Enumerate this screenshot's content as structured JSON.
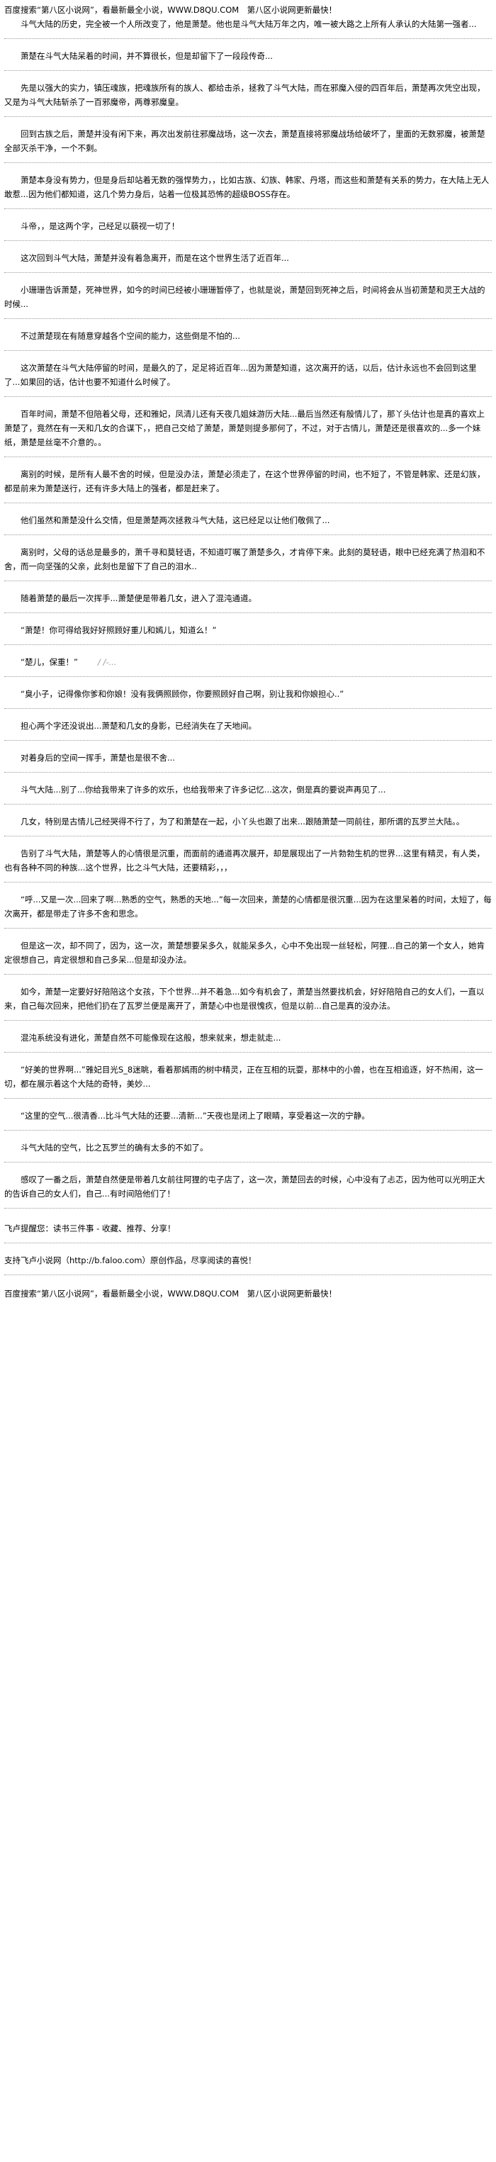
{
  "header": {
    "banner_text": "百度搜索“第八区小说网”，看最新最全小说，WWW.D8QU.COM　第八区小说网更新最快！"
  },
  "content": {
    "paragraphs": [
      "斗气大陆的历史，完全被一个人所改变了，他是萧楚。他也是斗气大陆万年之内，唯一被大路之上所有人承认的大陆第一强者...",
      "萧楚在斗气大陆呆着的时间，并不算很长，但是却留下了一段段传奇...",
      "先是以强大的实力，镇压魂族，把魂族所有的族人、都给击杀，拯救了斗气大陆，而在邪魔入侵的四百年后，萧楚再次凭空出现，又是为斗气大陆斩杀了一百邪魔帝，两尊邪魔皇。",
      "回到古族之后，萧楚并没有闲下来，再次出发前往邪魔战场，这一次去，萧楚直接将邪魔战场给破坏了，里面的无数邪魔，被萧楚全部灭杀干净，一个不剩。",
      "萧楚本身没有势力，但是身后却站着无数的强悍势力，，比如古族、幻族、韩家、丹塔，而这些和萧楚有关系的势力，在大陆上无人敢惹...因为他们都知道，这几个势力身后，站着一位极其恐怖的超级BOSS存在。",
      "斗帝，，是这两个字，己经足以藐视一切了！",
      "这次回到斗气大陆，萧楚并没有着急离开，而是在这个世界生活了近百年...",
      "小珊珊告诉萧楚，死神世界，如今的时间已经被小珊珊暂停了，也就是说，萧楚回到死神之后，时间将会从当初萧楚和灵王大战的时候...",
      "不过萧楚现在有随意穿越各个空间的能力，这些倒是不怕的...",
      "这次萧楚在斗气大陆停留的时间，是最久的了，足足将近百年...因为萧楚知道，这次离开的话，以后，估计永远也不会回到这里了...如果回的话，估计也要不知道什么时候了。",
      "百年时间，萧楚不但陪着父母，还和雅妃，凤清儿还有天夜几姐妹游历大陆...最后当然还有殷情儿了，那丫头估计也是真的喜欢上萧楚了，竟然在有一天和几女的合谋下，，把自己交给了萧楚，萧楚则提多那何了，不过，对于古情儿，萧楚还是很喜欢的...多一个妹纸，萧楚是丝毫不介意的。。",
      "离别的时候，是所有人最不舍的时候，但是没办法，萧楚必须走了，在这个世界停留的时间，也不短了，不管是韩家、还是幻族，都是前来为萧楚送行，还有许多大陆上的强者，都是赶来了。",
      "他们虽然和萧楚没什么交情，但是萧楚两次拯救斗气大陆，这已经足以让他们敬佩了...",
      "离别时，父母的话总是最多的，萧千寻和莫轻语，不知道叮嘱了萧楚多久，才肯停下来。此刻的莫轻语，眼中已经充满了热泪和不舍，而一向坚强的父亲，此刻也是留下了自己的泪水..",
      "随着萧楚的最后一次挥手...萧楚便是带着几女，进入了混沌通道。",
      "“萧楚！你可得给我好好照顾好重儿和嫣儿，知道么！”",
      "“楚儿，保重！”",
      "“臭小子，记得像你爹和你娘！没有我俩照顾你，你要照顾好自己啊，别让我和你娘担心..”",
      "担心两个字还没说出...萧楚和几女的身影，已经消失在了天地间。",
      "对着身后的空间一挥手，萧楚也是很不舍...",
      "斗气大陆...别了...你给我带来了许多的欢乐，也给我带来了许多记忆...这次，倒是真的要说声再见了...",
      "几女，特别是古情儿己经哭得不行了，为了和萧楚在一起，小丫头也跟了出来...跟随萧楚一同前往，那所谓的瓦罗兰大陆。。",
      "告别了斗气大陆，萧楚等人的心情很是沉重，而面前的通道再次展开，却是展现出了一片勃勃生机的世界...这里有精灵，有人类，也有各种不同的种族...这个世界，比之斗气大陆，还要精彩，，，",
      "“呼...又是一次...回来了啊...熟悉的空气，熟悉的天地...”每一次回来，萧楚的心情都是很沉重...因为在这里呆着的时间，太短了，每次离开，都是带走了许多不舍和思念。",
      "但是这一次，却不同了，因为，这一次，萧楚想要呆多久，就能呆多久，心中不免出现一丝轻松，阿狸...自己的第一个女人，她肯定很想自己，肯定很想和自己多呆...但是却没办法。",
      "如今，萧楚一定要好好陪陪这个女孩，下个世界...并不着急...如今有机会了，萧楚当然要找机会，好好陪陪自己的女人们，一直以来，自己每次回来，把他们扔在了瓦罗兰便是离开了，萧楚心中也是很愧疚，但是以前...自己是真的没办法。",
      "混沌系统没有进化，萧楚自然不可能像现在这般，想来就来，想走就走...",
      "“好美的世界啊...”雅妃目光S_8迷眺，看着那嫣雨的树中精灵，正在互相的玩耍，那林中的小兽，也在互相追逐，好不热闹，这一切，都在展示着这个大陆的奇特，美妙...",
      "“这里的空气...很清香...比斗气大陆的还要...清新...”天夜也是闭上了眼睛，享受着这一次的宁静。",
      "斗气大陆的空气，比之瓦罗兰的确有太多的不如了。",
      "感叹了一番之后，萧楚自然便是带着几女前往阿狸的屯子店了，这一次，萧楚回去的时候，心中没有了忐忑，因为他可以光明正大的告诉自己的女人们，自己...有时间陪他们了！"
    ],
    "inline_note": "/ /-..."
  },
  "footer": {
    "reminder": "飞卢提醒您：读书三件事 - 收藏、推荐、分享！",
    "support": "支持飞卢小说网（http://b.faloo.com）原创作品，尽享阅读的喜悦！",
    "banner_text": "百度搜索“第八区小说网”，看最新最全小说，WWW.D8QU.COM　第八区小说网更新最快！"
  }
}
